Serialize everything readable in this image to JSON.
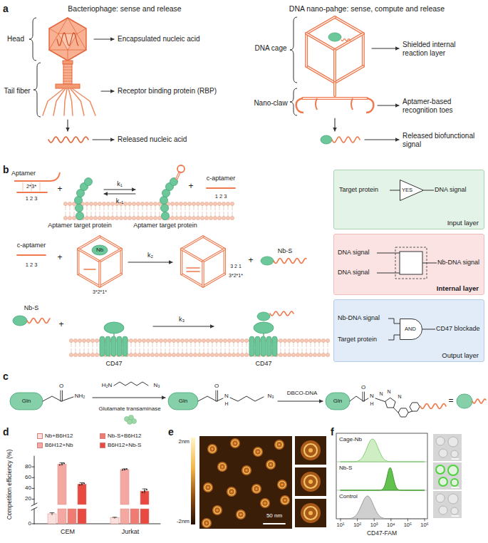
{
  "diagram": {
    "nodes": [
      {
        "text": [
          "Input layer"
        ]
      },
      {
        "text": [
          "YES"
        ],
        "in": 0
      },
      {
        "text": [
          "Internal layer"
        ]
      },
      {
        "text": [
          "Output layer"
        ]
      },
      {
        "text": [
          "AND"
        ],
        "in": 3
      }
    ],
    "labels": [
      "a",
      "Bacteriophage: sense and release",
      "DNA nano-pahge: sense, compute and release",
      "Head",
      "Tail fiber",
      "Encapsulated nucleic acid",
      "Receptor binding protein (RBP)",
      "Released nucleic acid",
      "DNA cage",
      "Nano-claw",
      "Shielded internal reaction layer",
      "Aptamer-based recognition toes",
      "Released biofunctional signal",
      "b",
      "Aptamer",
      "2*3*",
      "1 2 3",
      "+",
      "k₁",
      "k₋₁",
      "+",
      "c-aptamer",
      "1 2 3",
      "Aptamer target protein",
      "Aptamer target protein",
      "Target protein",
      "DNA signal",
      "c-aptamer",
      "1 2 3",
      "+",
      "Nb",
      "3*2*1*",
      "k₂",
      "3 2 1",
      "3*2*1*",
      "+",
      "Nb-S",
      "DNA signal",
      "DNA signal",
      "Nb-DNA signal",
      "Nb-S",
      "+",
      "k₃",
      "CD47",
      "CD47",
      "Nb-DNA signal",
      "Target protein",
      "CD47 blockade",
      "c",
      "Gln",
      "O",
      "NH₂",
      "H₂N",
      "N₃",
      "Glutamate transaminase",
      "Gln",
      "O",
      "N",
      "H",
      "N₃",
      "DBCO-DNA",
      "Gln",
      "O",
      "N",
      "H",
      "N",
      "N",
      "N",
      "=",
      "d",
      "Competition efficiency (%)",
      "0",
      "20",
      "40",
      "60",
      "80",
      "CEM",
      "Jurkat",
      "e",
      "2nm",
      "-2nm",
      "50 nm",
      "f",
      "Cage-Nb",
      "Nb-S",
      "Control",
      "10¹",
      "10²",
      "10³",
      "10⁴",
      "10⁵",
      "10⁶",
      "CD47-FAM"
    ],
    "legend": [
      {
        "text": "Nb+B6H12",
        "color": "#fbe1de"
      },
      {
        "text": "Nb-S+B6H12",
        "color": "#ef7b73"
      },
      {
        "text": "B6H12+Nb",
        "color": "#f5a7a1"
      },
      {
        "text": "B6H12+Nb-S",
        "color": "#e84a42"
      }
    ]
  }
}
